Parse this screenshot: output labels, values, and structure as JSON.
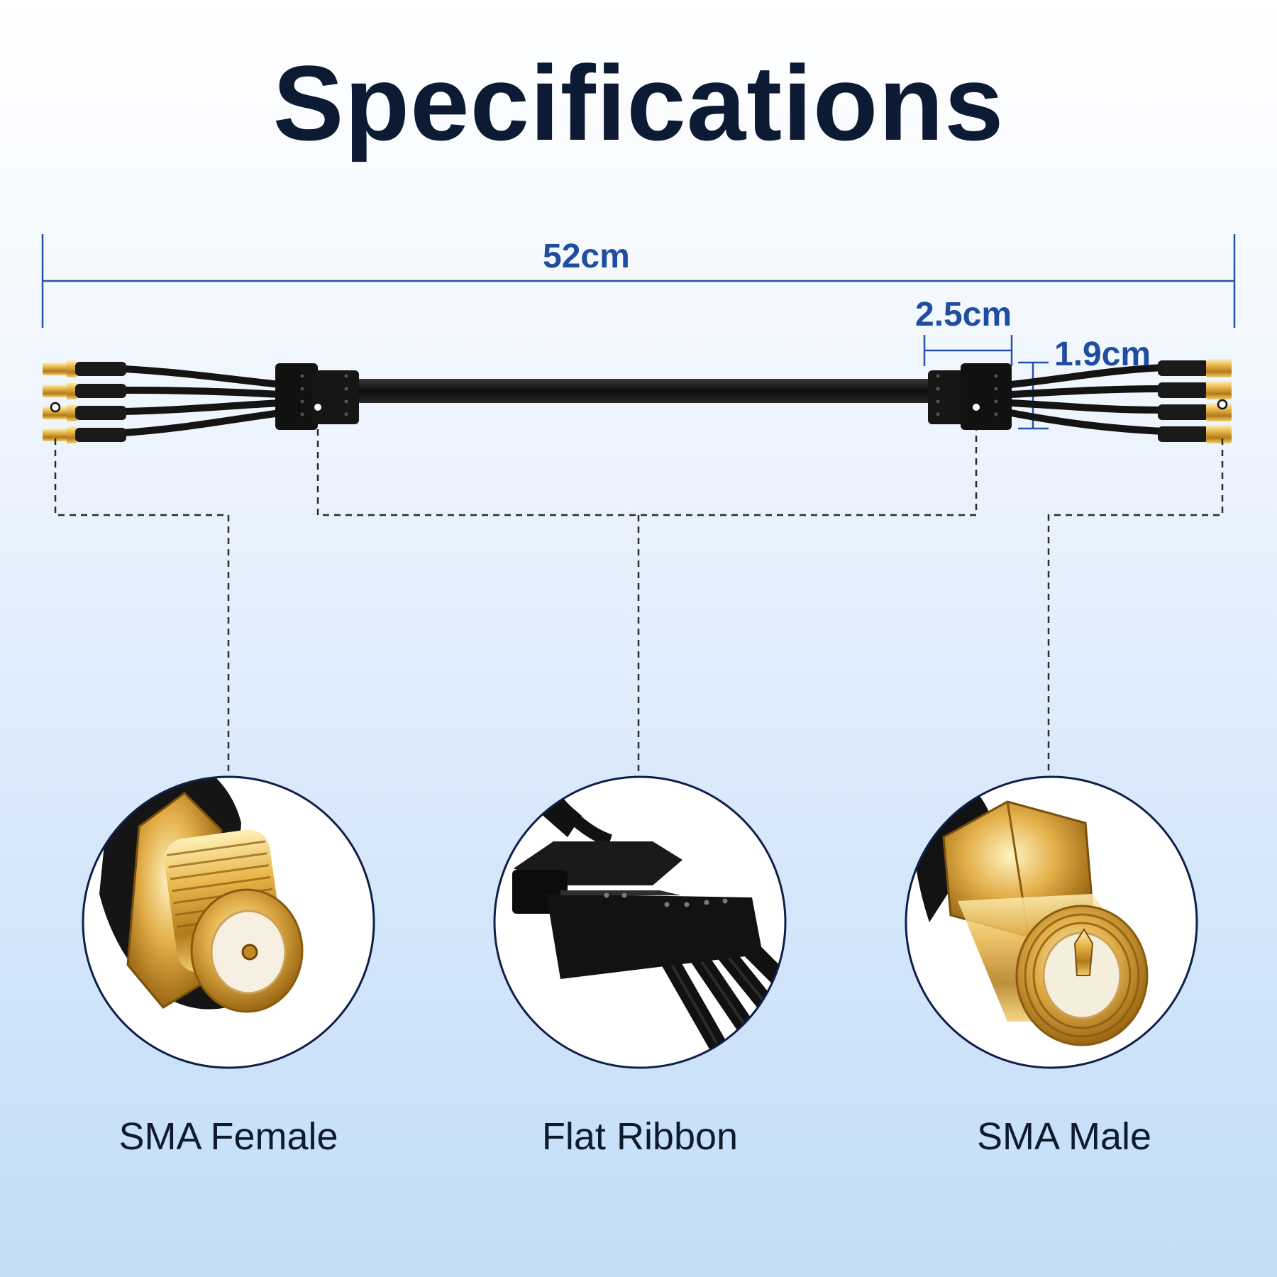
{
  "title": "Specifications",
  "dimensions": {
    "total_length": "52cm",
    "splitter_length": "2.5cm",
    "splitter_height": "1.9cm"
  },
  "callouts": [
    {
      "label": "SMA Female",
      "icon": "sma-female-connector-icon"
    },
    {
      "label": "Flat Ribbon",
      "icon": "flat-ribbon-splitter-icon"
    },
    {
      "label": "SMA Male",
      "icon": "sma-male-connector-icon"
    }
  ],
  "colors": {
    "title": "#0c1b33",
    "dimension": "#1f4ea1",
    "circle_stroke": "#0f1f4a",
    "cable": "#111111",
    "gold": "#d9a53a"
  }
}
